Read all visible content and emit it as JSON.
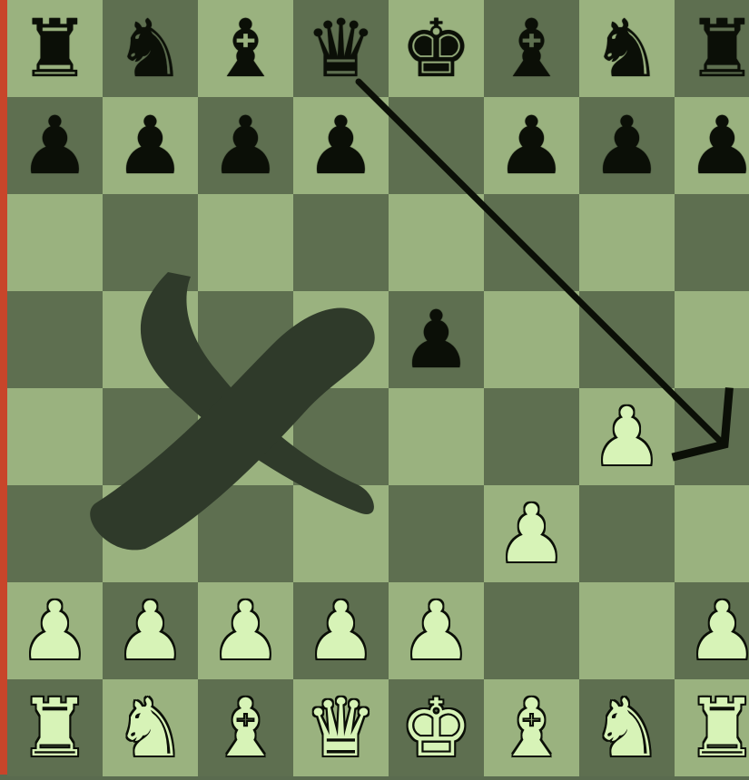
{
  "colors": {
    "light_square": "#9ab27f",
    "dark_square": "#5e6f50",
    "edge": "#c8452a",
    "mark": "#2f3a2a",
    "arrow": "#0b0f07"
  },
  "board": {
    "rows": [
      [
        "♜",
        "♞",
        "♝",
        "♛",
        "♚",
        "♝",
        "♞",
        "♜"
      ],
      [
        "♟",
        "♟",
        "♟",
        "♟",
        "",
        "♟",
        "♟",
        "♟"
      ],
      [
        "",
        "",
        "",
        "",
        "",
        "",
        "",
        ""
      ],
      [
        "",
        "",
        "",
        "",
        "♟",
        "",
        "",
        ""
      ],
      [
        "",
        "",
        "",
        "",
        "",
        "",
        "♟",
        ""
      ],
      [
        "",
        "",
        "",
        "",
        "",
        "♟",
        "",
        ""
      ],
      [
        "♟",
        "♟",
        "♟",
        "♟",
        "♟",
        "",
        "",
        "♟"
      ],
      [
        "♜",
        "♞",
        "♝",
        "♛",
        "♚",
        "♝",
        "♞",
        "♜"
      ]
    ],
    "colors": [
      [
        "b",
        "b",
        "b",
        "b",
        "b",
        "b",
        "b",
        "b"
      ],
      [
        "b",
        "b",
        "b",
        "b",
        "",
        "b",
        "b",
        "b"
      ],
      [
        "",
        "",
        "",
        "",
        "",
        "",
        "",
        ""
      ],
      [
        "",
        "",
        "",
        "",
        "b",
        "",
        "",
        ""
      ],
      [
        "",
        "",
        "",
        "",
        "",
        "",
        "w",
        ""
      ],
      [
        "",
        "",
        "",
        "",
        "",
        "w",
        "",
        ""
      ],
      [
        "w",
        "w",
        "w",
        "w",
        "w",
        "",
        "",
        "w"
      ],
      [
        "w",
        "w",
        "w",
        "w",
        "w",
        "w",
        "w",
        "w"
      ]
    ]
  },
  "annotations": {
    "arrow": {
      "from": "d8",
      "to": "h4",
      "icon": "arrow-icon"
    },
    "cross": {
      "icon": "x-mark-icon"
    }
  }
}
